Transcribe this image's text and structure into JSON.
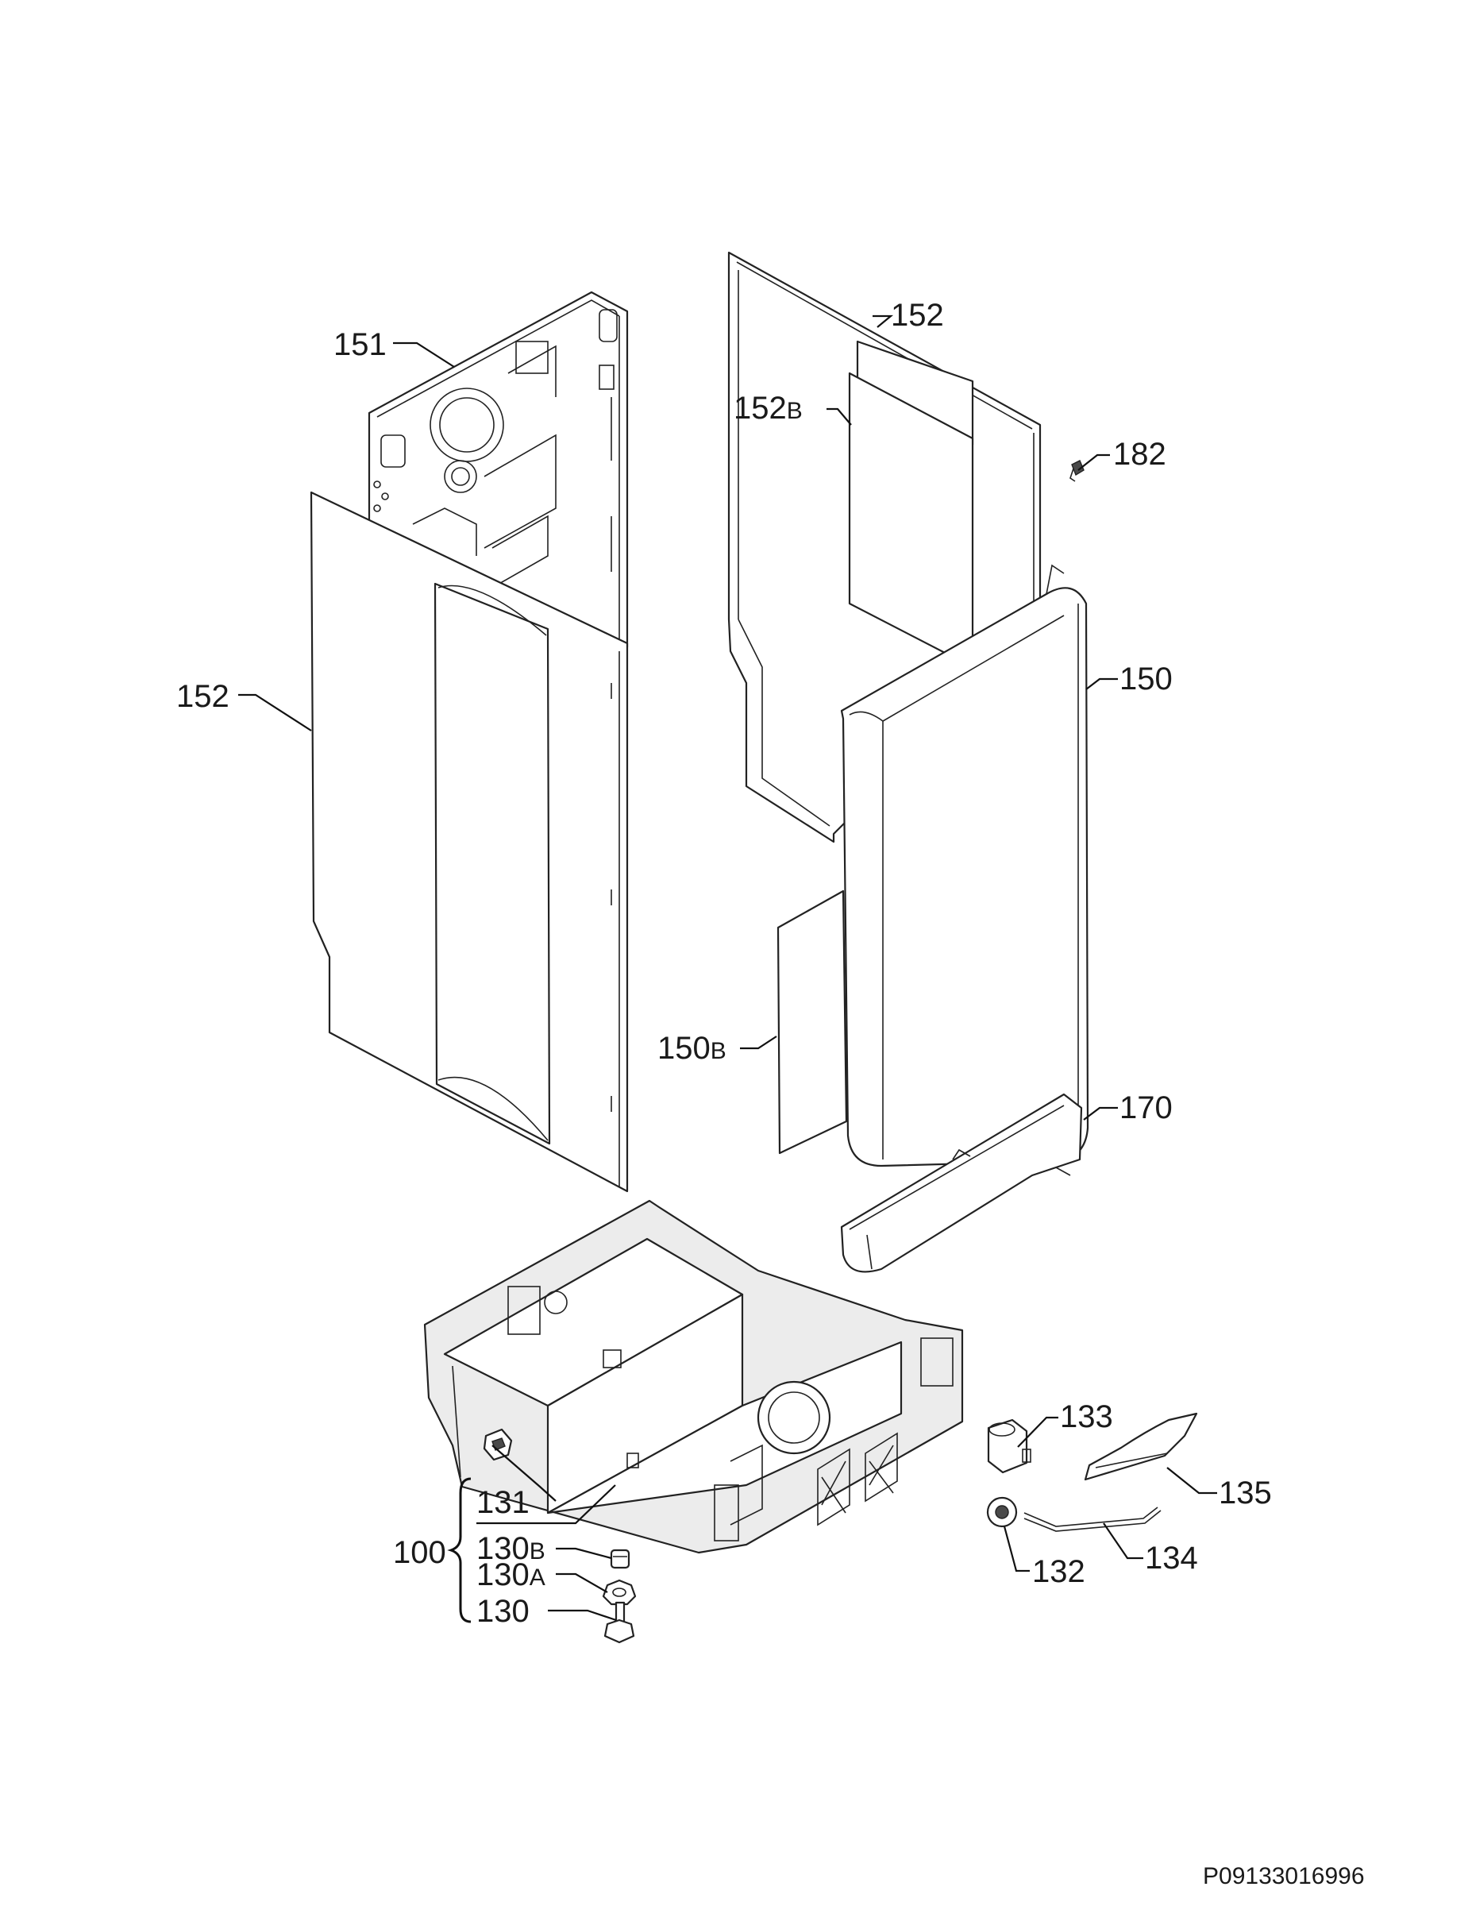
{
  "diagram": {
    "drawing_code": "P09133016996",
    "callouts": {
      "151": "151",
      "152_top": "152",
      "152_left": "152",
      "152b_num": "152",
      "152b_suffix": "B",
      "182": "182",
      "150": "150",
      "150b_num": "150",
      "150b_suffix": "B",
      "170": "170",
      "133": "133",
      "135": "135",
      "134": "134",
      "132": "132",
      "131": "131",
      "130b_num": "130",
      "130b_suffix": "B",
      "130a_num": "130",
      "130a_suffix": "A",
      "130": "130",
      "100": "100"
    }
  }
}
